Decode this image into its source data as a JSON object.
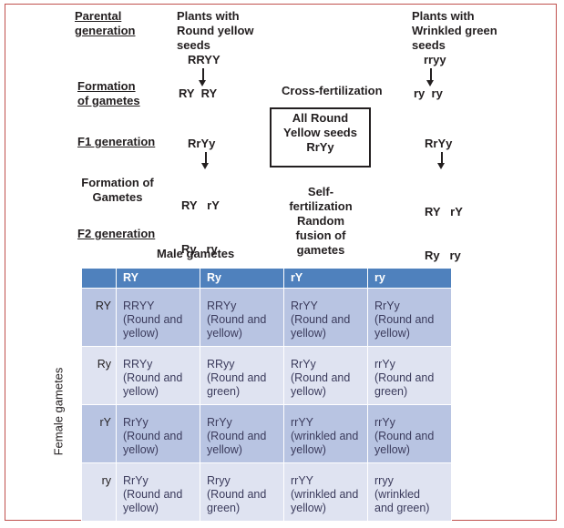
{
  "left_labels": {
    "parental": [
      "Parental",
      "generation"
    ],
    "gametes1": [
      "Formation",
      "of gametes"
    ],
    "f1": "F1 generation",
    "gametes2": [
      "Formation of",
      "Gametes"
    ],
    "f2": "F2 generation"
  },
  "parent_left": {
    "desc": [
      "Plants with",
      "Round yellow",
      "seeds"
    ],
    "genotype": "RRYY",
    "gametes": "RY  RY",
    "f1": "RrYy",
    "f1_gametes": [
      "RY   rY",
      "Ry   ry"
    ]
  },
  "parent_right": {
    "desc": [
      "Plants with",
      "Wrinkled green",
      "seeds"
    ],
    "genotype": "rryy",
    "gametes": "ry  ry",
    "f1": "RrYy",
    "f1_gametes": [
      "RY   rY",
      "Ry   ry"
    ]
  },
  "center": {
    "cross": "Cross-fertilization",
    "f1_box": [
      "All Round",
      "Yellow seeds",
      "RrYy"
    ],
    "self": [
      "Self-",
      "fertilization",
      "Random",
      "fusion of",
      "gametes"
    ]
  },
  "male_gametes_label": "Male gametes",
  "female_gametes_label": "Female gametes",
  "table": {
    "columns": [
      "RY",
      "Ry",
      "rY",
      "ry"
    ],
    "rows": [
      {
        "gamete": "RY",
        "cells": [
          [
            "RRYY",
            "(Round and",
            "yellow)"
          ],
          [
            "RRYy",
            "(Round and",
            "yellow)"
          ],
          [
            "RrYY",
            "(Round and",
            "yellow)"
          ],
          [
            "RrYy",
            "(Round and",
            "yellow)"
          ]
        ]
      },
      {
        "gamete": "Ry",
        "cells": [
          [
            "RRYy",
            "(Round and",
            "yellow)"
          ],
          [
            "RRyy",
            "(Round and",
            "green)"
          ],
          [
            "RrYy",
            "(Round and",
            "yellow)"
          ],
          [
            "rrYy",
            "(Round and",
            "green)"
          ]
        ]
      },
      {
        "gamete": "rY",
        "cells": [
          [
            "RrYy",
            "(Round and",
            "yellow)"
          ],
          [
            "RrYy",
            "(Round and",
            "yellow)"
          ],
          [
            "rrYY",
            "(wrinkled and",
            "yellow)"
          ],
          [
            "rrYy",
            "(Round and",
            "yellow)"
          ]
        ]
      },
      {
        "gamete": "ry",
        "cells": [
          [
            "RrYy",
            "(Round and",
            "yellow)"
          ],
          [
            "Rryy",
            "(Round and",
            "green)"
          ],
          [
            "rrYY",
            "(wrinkled and",
            "yellow)"
          ],
          [
            "rryy",
            "(wrinkled",
            "and green)"
          ]
        ]
      }
    ]
  }
}
